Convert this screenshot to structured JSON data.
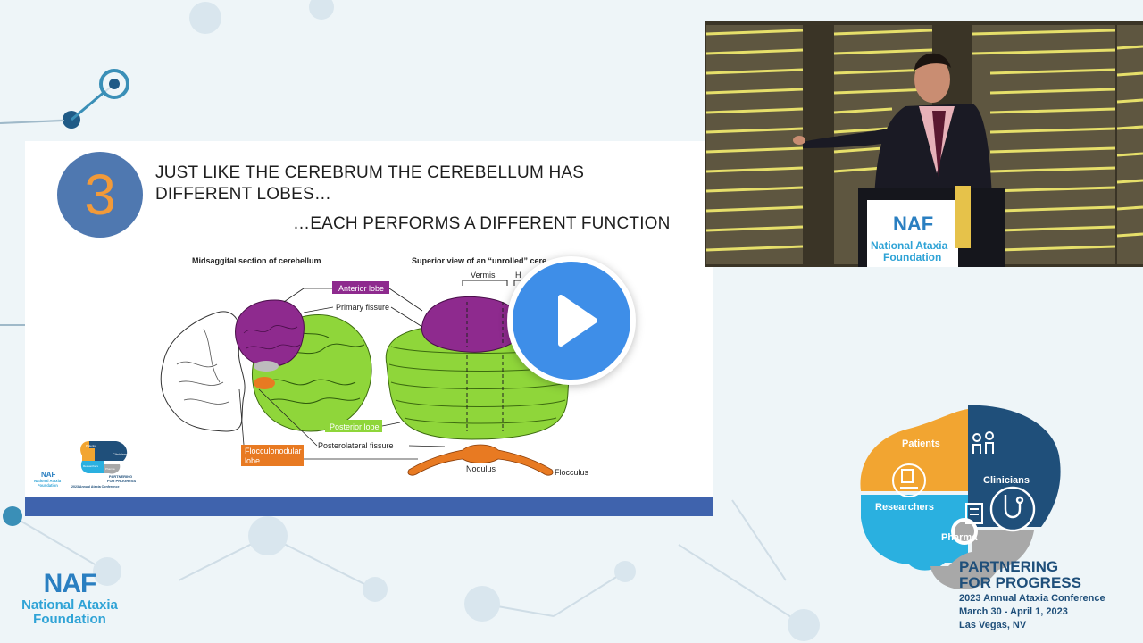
{
  "slide": {
    "step_number": "3",
    "heading_line1": "JUST LIKE THE CEREBRUM THE CEREBELLUM HAS",
    "heading_line2": "DIFFERENT LOBES…",
    "subheading": "…EACH PERFORMS A DIFFERENT FUNCTION",
    "diagram": {
      "left_title": "Midsaggital section of cerebellum",
      "right_title": "Superior view of an “unrolled” cere",
      "anterior_lobe": "Anterior lobe",
      "primary_fissure": "Primary fissure",
      "posterior_lobe": "Posterior lobe",
      "posterolateral_fissure": "Posterolateral fissure",
      "flocculonodular_lobe_1": "Flocculonodular",
      "flocculonodular_lobe_2": "lobe",
      "vermis": "Vermis",
      "hemisphere_partial": "H",
      "nodulus": "Nodulus",
      "flocculus": "Flocculus"
    },
    "mini_logo": {
      "naf": "NAF",
      "naf_full_1": "National Ataxia",
      "naf_full_2": "Foundation",
      "partnering": "PARTNERING",
      "for_progress": "FOR PROGRESS",
      "conference": "2023 Annual Ataxia Conference",
      "patients": "Patients",
      "clinicians": "Clinicians",
      "researchers": "Researchers",
      "pharma": "Pharma"
    }
  },
  "video": {
    "podium_naf": "NAF",
    "podium_line1": "National Ataxia",
    "podium_line2": "Foundation"
  },
  "branding": {
    "naf": "NAF",
    "naf_line1": "National Ataxia",
    "naf_line2": "Foundation"
  },
  "conference": {
    "patients": "Patients",
    "clinicians": "Clinicians",
    "researchers": "Researchers",
    "pharma": "Pharma",
    "title_line1": "PARTNERING",
    "title_line2": "FOR PROGRESS",
    "name": "2023 Annual Ataxia Conference",
    "dates": "March 30 - April 1, 2023",
    "location": "Las Vegas, NV"
  },
  "colors": {
    "slide_bar": "#3f63ad",
    "anterior_lobe": "#8e2a8e",
    "posterior_lobe": "#8fd63a",
    "flocculonodular": "#e87a22",
    "play_button": "#3e8ee8",
    "patients_orange": "#f2a531",
    "clinicians_navy": "#1f4f7a",
    "researchers_cyan": "#2ab0e0",
    "pharma_gray": "#a8a8a8"
  },
  "icons": [
    "play-icon",
    "patients-icon",
    "stethoscope-icon",
    "researcher-icon",
    "prescription-icon"
  ]
}
